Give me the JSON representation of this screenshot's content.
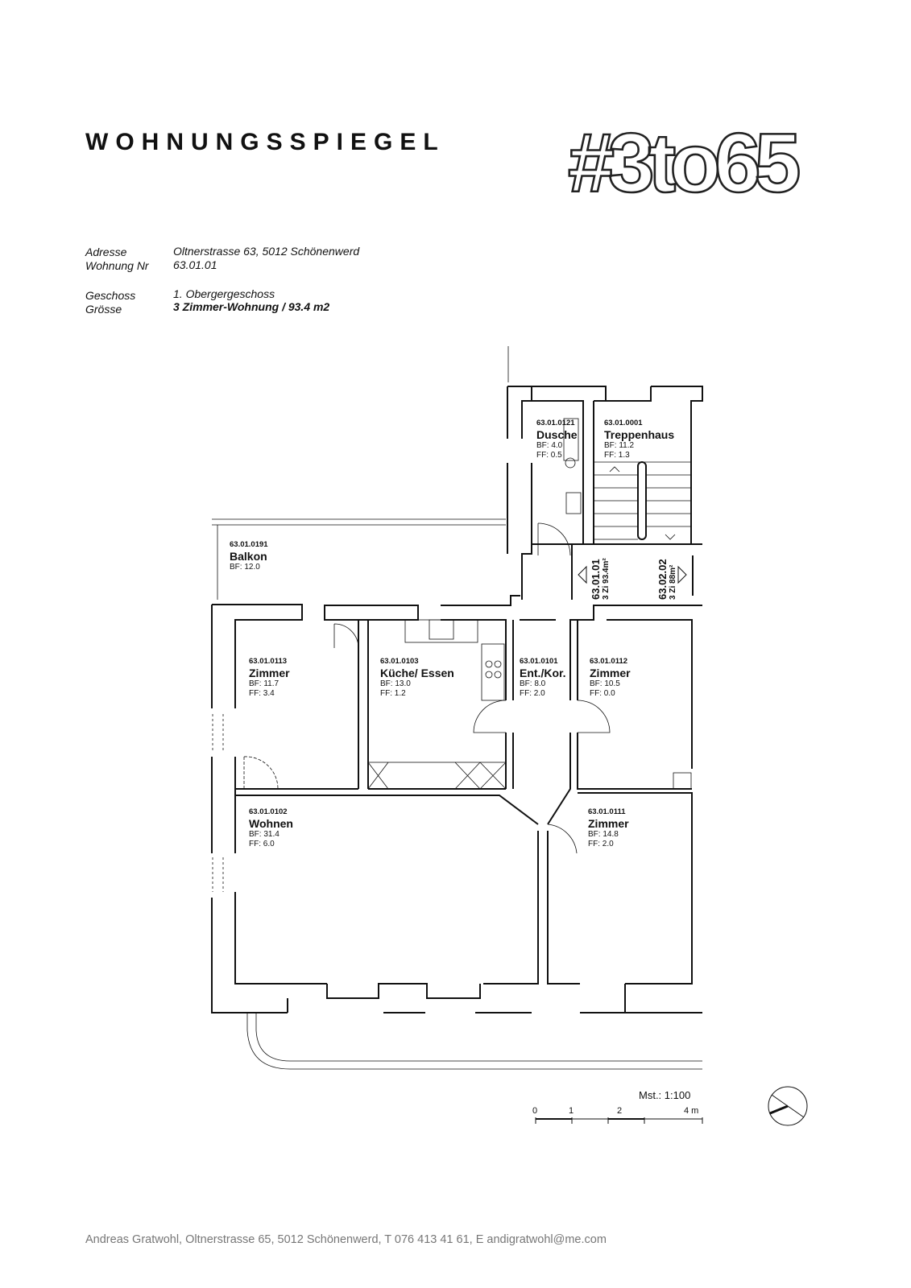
{
  "header": {
    "title": "WOHNUNGSSPIEGEL",
    "logo_text": "#3to65"
  },
  "info": {
    "address_label": "Adresse",
    "address_value": "Oltnerstrasse 63, 5012 Schönenwerd",
    "unit_label": "Wohnung Nr",
    "unit_value": "63.01.01",
    "floor_label": "Geschoss",
    "floor_value": "1. Obergergeschoss",
    "size_label": "Grösse",
    "size_value": "3 Zimmer-Wohnung / 93.4 m2"
  },
  "rooms": [
    {
      "id": "63.01.0121",
      "name": "Dusche",
      "bf": "BF:  4.0",
      "ff": "FF:  0.5"
    },
    {
      "id": "63.01.0001",
      "name": "Treppenhaus",
      "bf": "BF:  11.2",
      "ff": "FF:  1.3"
    },
    {
      "id": "63.01.0191",
      "name": "Balkon",
      "bf": "BF:  12.0",
      "ff": ""
    },
    {
      "id": "63.01.0113",
      "name": "Zimmer",
      "bf": "BF:  11.7",
      "ff": "FF:  3.4"
    },
    {
      "id": "63.01.0103",
      "name": "Küche/ Essen",
      "bf": "BF:  13.0",
      "ff": "FF:  1.2"
    },
    {
      "id": "63.01.0101",
      "name": "Ent./Kor.",
      "bf": "BF:  8.0",
      "ff": "FF:  2.0"
    },
    {
      "id": "63.01.0112",
      "name": "Zimmer",
      "bf": "BF:  10.5",
      "ff": "FF:  0.0"
    },
    {
      "id": "63.01.0102",
      "name": "Wohnen",
      "bf": "BF:  31.4",
      "ff": "FF:  6.0"
    },
    {
      "id": "63.01.0111",
      "name": "Zimmer",
      "bf": "BF:  14.8",
      "ff": "FF:  2.0"
    }
  ],
  "units": [
    {
      "number": "63.01.01",
      "detail": "3 Zi   93.4m²"
    },
    {
      "number": "63.02.02",
      "detail": "3 Zi   88m²"
    }
  ],
  "scale": {
    "label": "Mst.:  1:100",
    "ticks": [
      "0",
      "1",
      "2",
      "4 m"
    ]
  },
  "footer": {
    "text": "Andreas Gratwohl, Oltnerstrasse 65, 5012 Schönenwerd, T 076 413 41 61, E andigratwohl@me.com"
  }
}
